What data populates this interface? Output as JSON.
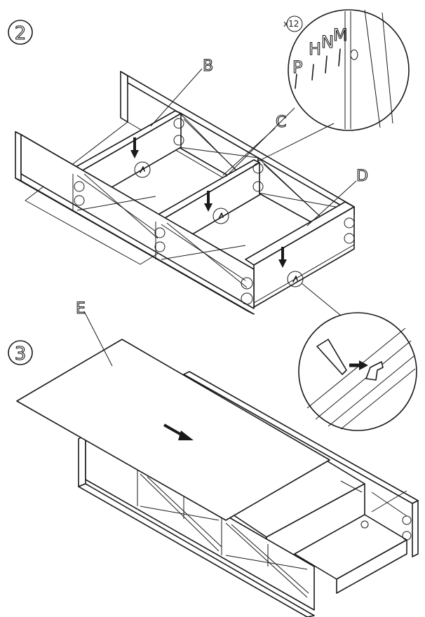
{
  "steps": [
    {
      "number": "2"
    },
    {
      "number": "3"
    }
  ],
  "part_labels": {
    "b": "B",
    "c": "C",
    "d": "D",
    "e": "E"
  },
  "detail_zoom": {
    "quantity": "x12",
    "letters": [
      "P",
      "H",
      "N",
      "M"
    ]
  },
  "colors": {
    "line": "#1a1a1a",
    "background": "#ffffff"
  },
  "icons": [
    "arrow-down-icon",
    "arrow-right-icon",
    "clip-icon",
    "magnifier-circle"
  ]
}
